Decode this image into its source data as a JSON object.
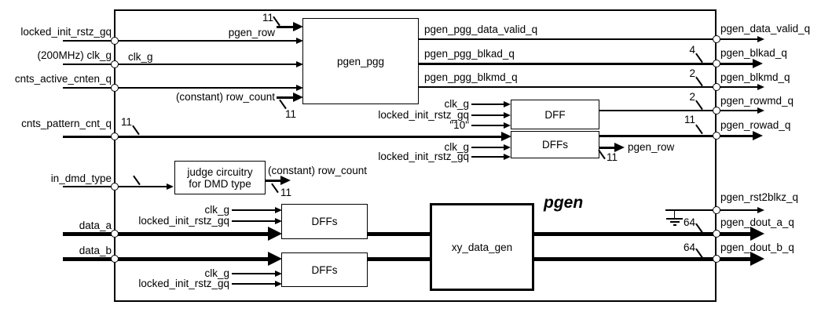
{
  "title": "pgen",
  "colors": {
    "line": "#000000",
    "background": "#ffffff"
  },
  "inputs": [
    {
      "label": "locked_init_rstz_gq"
    },
    {
      "label": "(200MHz) clk_g"
    },
    {
      "label": "cnts_active_cnten_q"
    },
    {
      "label": "cnts_pattern_cnt_q",
      "bus": "11"
    },
    {
      "label": "in_dmd_type"
    },
    {
      "label": "data_a"
    },
    {
      "label": "data_b"
    }
  ],
  "outputs": [
    {
      "label": "pgen_data_valid_q"
    },
    {
      "label": "pgen_blkad_q",
      "bus": "4"
    },
    {
      "label": "pgen_blkmd_q",
      "bus": "2"
    },
    {
      "label": "pgen_rowmd_q",
      "bus": "2"
    },
    {
      "label": "pgen_rowad_q",
      "bus": "11"
    },
    {
      "label": "pgen_rst2blkz_q"
    },
    {
      "label": "pgen_dout_a_q",
      "bus": "64"
    },
    {
      "label": "pgen_dout_b_q",
      "bus": "64"
    }
  ],
  "blocks": {
    "pgen_pgg": "pgen_pgg",
    "dff": "DFF",
    "dffs": "DFFs",
    "judge_line1": "judge circuitry",
    "judge_line2": "for DMD type",
    "dffs_a": "DFFs",
    "dffs_b": "DFFs",
    "xy_data_gen": "xy_data_gen"
  },
  "nets": {
    "clk_inside": "clk_g",
    "pgen_row_in": {
      "label": "pgen_row",
      "bus": "11"
    },
    "row_count_in": {
      "label": "(constant) row_count",
      "bus": "11"
    },
    "pgg_data_valid": "pgen_pgg_data_valid_q",
    "pgg_blkad": "pgen_pgg_blkad_q",
    "pgg_blkmd": "pgen_pgg_blkmd_q",
    "dff_clk": "clk_g",
    "dff_rst": "locked_init_rstz_gq",
    "dff_const": "\"10\"",
    "dffs_clk": "clk_g",
    "dffs_rst": "locked_init_rstz_gq",
    "pgen_row_out": {
      "label": "pgen_row",
      "bus": "11"
    },
    "judge_out": {
      "label": "(constant) row_count",
      "bus": "11"
    },
    "dffsa_clk": "clk_g",
    "dffsa_rst": "locked_init_rstz_gq",
    "dffsb_clk": "clk_g",
    "dffsb_rst": "locked_init_rstz_gq"
  }
}
